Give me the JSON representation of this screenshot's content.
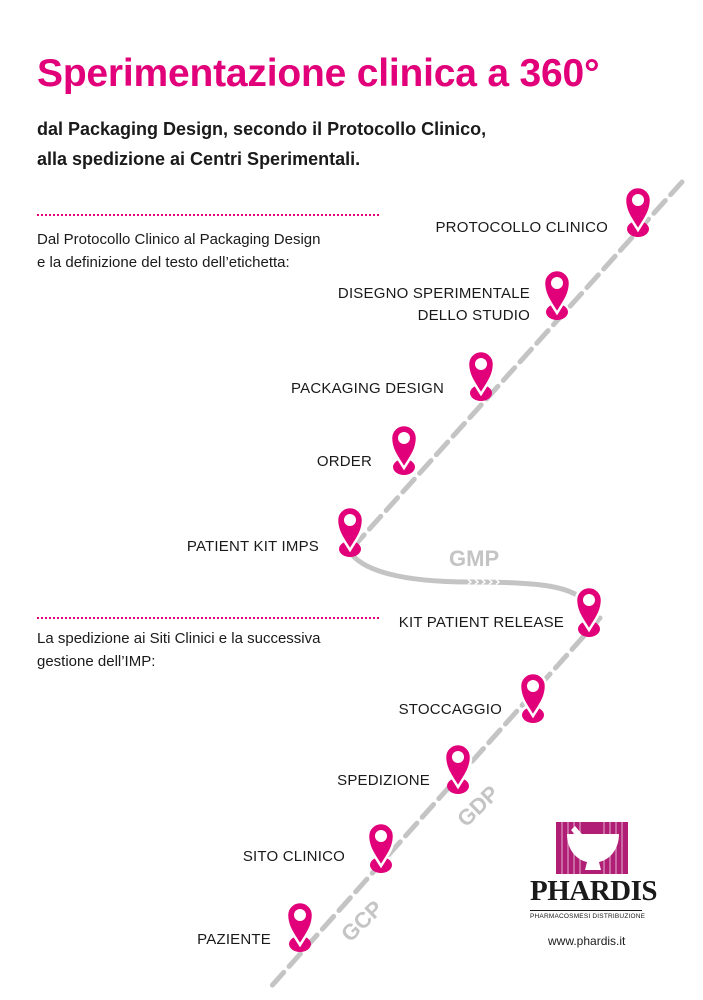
{
  "header": {
    "title": "Sperimentazione clinica a 360°",
    "subtitle_line1": "dal Packaging Design, secondo il Protocollo Clinico,",
    "subtitle_line2": "alla spedizione ai Centri Sperimentali."
  },
  "sections": [
    {
      "line1": "Dal Protocollo Clinico al Packaging Design",
      "line2": "e la definizione del testo dell’etichetta:"
    },
    {
      "line1": "La spedizione ai Siti Clinici e la successiva",
      "line2": "gestione dell’IMP:"
    }
  ],
  "steps": [
    {
      "line1": "PROTOCOLLO CLINICO",
      "line2": ""
    },
    {
      "line1": "DISEGNO SPERIMENTALE",
      "line2": "DELLO STUDIO"
    },
    {
      "line1": "PACKAGING DESIGN",
      "line2": ""
    },
    {
      "line1": "ORDER",
      "line2": ""
    },
    {
      "line1": "PATIENT KIT IMPS",
      "line2": ""
    },
    {
      "line1": "KIT PATIENT RELEASE",
      "line2": ""
    },
    {
      "line1": "STOCCAGGIO",
      "line2": ""
    },
    {
      "line1": "SPEDIZIONE",
      "line2": ""
    },
    {
      "line1": "SITO CLINICO",
      "line2": ""
    },
    {
      "line1": "PAZIENTE",
      "line2": ""
    }
  ],
  "phases": {
    "gmp": "GMP",
    "gdp": "GDP",
    "gcp": "GCP"
  },
  "brand": {
    "name": "PHARDIS",
    "tagline": "PHARMACOSMESI DISTRIBUZIONE",
    "website": "www.phardis.it"
  },
  "colors": {
    "accent": "#e2007a",
    "route": "#c4c4c4",
    "text": "#1a1a1a"
  },
  "icons": {
    "step_marker": "map-pin-icon",
    "logo": "mortar-pestle-icon"
  }
}
